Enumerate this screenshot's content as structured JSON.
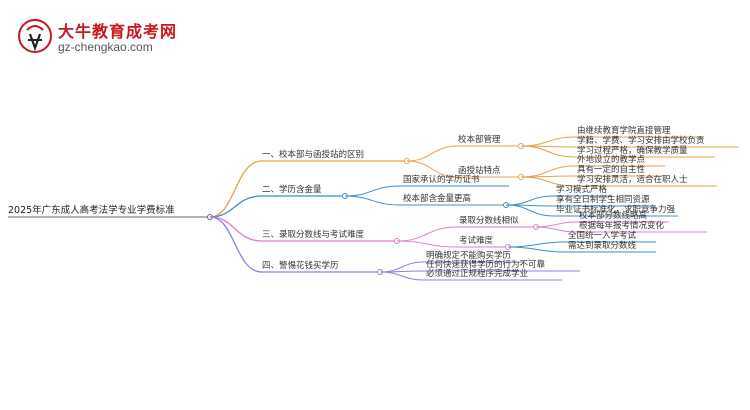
{
  "logo": {
    "brand": "大牛教育成考网",
    "url": "gz-chengkao.com",
    "glyph": "大牛"
  },
  "root": "2025年广东成人高考法学专业学费标准",
  "branches": [
    {
      "label": "一、校本部与函授站的区别",
      "color": "#e9a24a",
      "children": [
        {
          "label": "校本部管理",
          "items": [
            "由继续教育学院直接管理",
            "学籍、学费、学习安排由学校负责",
            "学习过程严格，确保教学质量"
          ]
        },
        {
          "label": "函授站特点",
          "items": [
            "外地设立的教学点",
            "具有一定的自主性",
            "学习安排灵活，适合在职人士"
          ]
        }
      ]
    },
    {
      "label": "二、学历含金量",
      "color": "#3a8fd0",
      "children": [
        {
          "label": "国家承认的学历证书",
          "items": []
        },
        {
          "label": "校本部含金量更高",
          "items": [
            "学习模式严格",
            "享有全日制学生相同资源",
            "毕业证书标准化，求职竞争力强"
          ]
        }
      ]
    },
    {
      "label": "三、录取分数线与考试难度",
      "color": "#e27ad1",
      "children": [
        {
          "label": "录取分数线相似",
          "items": [
            "校本部分数线略高",
            "根据每年报考情况变化"
          ]
        },
        {
          "label": "考试难度",
          "items": [
            "全国统一入学考试",
            "需达到录取分数线"
          ]
        }
      ]
    },
    {
      "label": "四、警惕花钱买学历",
      "color": "#9a7ae0",
      "children": [
        {
          "label": "明确规定不能购买学历",
          "items": []
        },
        {
          "label": "任何快速获得学历的行为不可靠",
          "items": []
        },
        {
          "label": "必须通过正规程序完成学业",
          "items": []
        }
      ]
    }
  ],
  "colors": {
    "root_line": "#666666",
    "b1": "#e9a24a",
    "b2": "#3a8fd0",
    "b3": "#e27ad1",
    "b4": "#9a7ae0"
  }
}
